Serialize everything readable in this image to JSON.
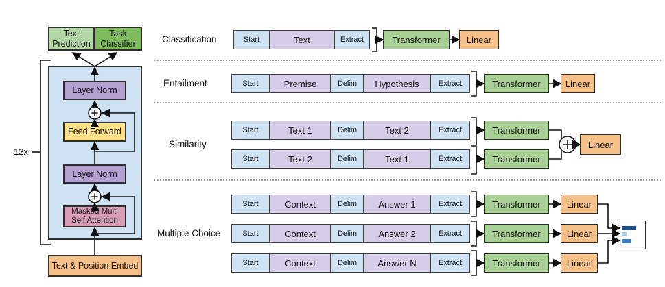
{
  "architecture": {
    "repeat_label": "12x",
    "text_prediction": "Text\nPrediction",
    "task_classifier": "Task\nClassifier",
    "layer_norm": "Layer Norm",
    "feed_forward": "Feed Forward",
    "masked_attention": "Masked Multi\nSelf Attention",
    "embedding": "Text & Position Embed"
  },
  "symbols": {
    "add": "+"
  },
  "tasks": [
    {
      "label": "Classification",
      "rows": [
        {
          "cells": [
            "Start",
            "Text",
            "Extract"
          ],
          "transformer": "Transformer",
          "linear": "Linear"
        }
      ]
    },
    {
      "label": "Entailment",
      "rows": [
        {
          "cells": [
            "Start",
            "Premise",
            "Delim",
            "Hypothesis",
            "Extract"
          ],
          "transformer": "Transformer",
          "linear": "Linear"
        }
      ]
    },
    {
      "label": "Similarity",
      "linear": "Linear",
      "rows": [
        {
          "cells": [
            "Start",
            "Text 1",
            "Delim",
            "Text 2",
            "Extract"
          ],
          "transformer": "Transformer"
        },
        {
          "cells": [
            "Start",
            "Text 2",
            "Delim",
            "Text 1",
            "Extract"
          ],
          "transformer": "Transformer"
        }
      ]
    },
    {
      "label": "Multiple Choice",
      "rows": [
        {
          "cells": [
            "Start",
            "Context",
            "Delim",
            "Answer 1",
            "Extract"
          ],
          "transformer": "Transformer",
          "linear": "Linear"
        },
        {
          "cells": [
            "Start",
            "Context",
            "Delim",
            "Answer 2",
            "Extract"
          ],
          "transformer": "Transformer",
          "linear": "Linear"
        },
        {
          "cells": [
            "Start",
            "Context",
            "Delim",
            "Answer N",
            "Extract"
          ],
          "transformer": "Transformer",
          "linear": "Linear"
        }
      ]
    }
  ],
  "colors": {
    "token_special_blue": "#cfe2f3",
    "token_content_purple": "#d6cee9",
    "transformer_green": "#a8d095",
    "linear_orange": "#f6c189",
    "layer_norm_purple": "#b3a0d0",
    "feed_forward_yellow": "#ffe187",
    "attention_pink": "#d89cb4",
    "block_blue": "#cfe2f3",
    "text_prediction_green": "#b2d7a4",
    "task_classifier_green": "#7dbb5e",
    "embed_orange": "#f6c189",
    "bar_dark_blue": "#1f4e8c",
    "bar_light_blue": "#a9c9ea",
    "bar_mid_blue": "#3a78c2"
  }
}
